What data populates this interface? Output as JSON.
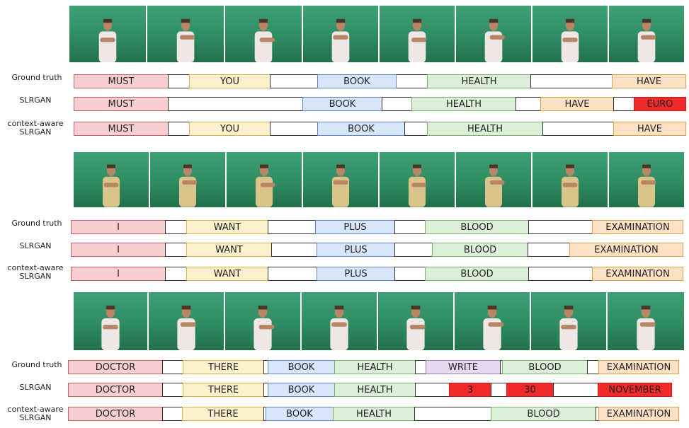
{
  "row_labels": {
    "ground_truth": "Ground truth",
    "slrgan": "SLRGAN",
    "context_aware": "context-aware\nSLRGAN"
  },
  "colors": {
    "red": "#f7cfd0",
    "yellow": "#fdf0cc",
    "blue": "#d7e6f9",
    "green": "#dcefd8",
    "orange": "#fde1c5",
    "purple": "#e7d9f1",
    "error": "#f02a2a",
    "frame_bg": "#2f8f62"
  },
  "examples": [
    {
      "frames": 8,
      "ground_truth": [
        {
          "label": "MUST",
          "color": "red"
        },
        {
          "label": "",
          "color": "blank"
        },
        {
          "label": "YOU",
          "color": "yellow"
        },
        {
          "label": "",
          "color": "blank"
        },
        {
          "label": "BOOK",
          "color": "blue"
        },
        {
          "label": "HEALTH",
          "color": "green"
        },
        {
          "label": "",
          "color": "blank"
        },
        {
          "label": "HAVE",
          "color": "orange"
        }
      ],
      "slrgan": [
        {
          "label": "MUST",
          "color": "red"
        },
        {
          "label": "",
          "color": "blank"
        },
        {
          "label": "BOOK",
          "color": "blue"
        },
        {
          "label": "",
          "color": "blank"
        },
        {
          "label": "HEALTH",
          "color": "green"
        },
        {
          "label": "",
          "color": "blank"
        },
        {
          "label": "HAVE",
          "color": "orange"
        },
        {
          "label": "",
          "color": "blank"
        },
        {
          "label": "EURO",
          "color": "error"
        }
      ],
      "context_aware": [
        {
          "label": "MUST",
          "color": "red"
        },
        {
          "label": "",
          "color": "blank"
        },
        {
          "label": "YOU",
          "color": "yellow"
        },
        {
          "label": "",
          "color": "blank"
        },
        {
          "label": "BOOK",
          "color": "blue"
        },
        {
          "label": "",
          "color": "blank"
        },
        {
          "label": "HEALTH",
          "color": "green"
        },
        {
          "label": "",
          "color": "blank"
        },
        {
          "label": "HAVE",
          "color": "orange"
        }
      ]
    },
    {
      "frames": 8,
      "ground_truth": [
        {
          "label": "I",
          "color": "red"
        },
        {
          "label": "",
          "color": "blank"
        },
        {
          "label": "WANT",
          "color": "yellow"
        },
        {
          "label": "",
          "color": "blank"
        },
        {
          "label": "PLUS",
          "color": "blue"
        },
        {
          "label": "",
          "color": "blank"
        },
        {
          "label": "BLOOD",
          "color": "green"
        },
        {
          "label": "",
          "color": "blank"
        },
        {
          "label": "EXAMINATION",
          "color": "orange"
        }
      ],
      "slrgan": [
        {
          "label": "I",
          "color": "red"
        },
        {
          "label": "",
          "color": "blank"
        },
        {
          "label": "WANT",
          "color": "yellow"
        },
        {
          "label": "",
          "color": "blank"
        },
        {
          "label": "PLUS",
          "color": "blue"
        },
        {
          "label": "",
          "color": "blank"
        },
        {
          "label": "BLOOD",
          "color": "green"
        },
        {
          "label": "",
          "color": "blank"
        },
        {
          "label": "EXAMINATION",
          "color": "orange"
        }
      ],
      "context_aware": [
        {
          "label": "I",
          "color": "red"
        },
        {
          "label": "",
          "color": "blank"
        },
        {
          "label": "WANT",
          "color": "yellow"
        },
        {
          "label": "",
          "color": "blank"
        },
        {
          "label": "PLUS",
          "color": "blue"
        },
        {
          "label": "",
          "color": "blank"
        },
        {
          "label": "BLOOD",
          "color": "green"
        },
        {
          "label": "",
          "color": "blank"
        },
        {
          "label": "EXAMINATION",
          "color": "orange"
        }
      ]
    },
    {
      "frames": 8,
      "ground_truth": [
        {
          "label": "DOCTOR",
          "color": "red"
        },
        {
          "label": "",
          "color": "blank"
        },
        {
          "label": "THERE",
          "color": "yellow"
        },
        {
          "label": "",
          "color": "blank"
        },
        {
          "label": "BOOK",
          "color": "blue"
        },
        {
          "label": "HEALTH",
          "color": "green"
        },
        {
          "label": "",
          "color": "blank"
        },
        {
          "label": "WRITE",
          "color": "purple"
        },
        {
          "label": "",
          "color": "blank"
        },
        {
          "label": "BLOOD",
          "color": "green"
        },
        {
          "label": "",
          "color": "blank"
        },
        {
          "label": "EXAMINATION",
          "color": "orange"
        }
      ],
      "slrgan": [
        {
          "label": "DOCTOR",
          "color": "red"
        },
        {
          "label": "",
          "color": "blank"
        },
        {
          "label": "THERE",
          "color": "yellow"
        },
        {
          "label": "",
          "color": "blank"
        },
        {
          "label": "BOOK",
          "color": "blue"
        },
        {
          "label": "HEALTH",
          "color": "green"
        },
        {
          "label": "",
          "color": "blank"
        },
        {
          "label": "3",
          "color": "error"
        },
        {
          "label": "",
          "color": "blank"
        },
        {
          "label": "30",
          "color": "error"
        },
        {
          "label": "",
          "color": "blank"
        },
        {
          "label": "NOVEMBER",
          "color": "error"
        }
      ],
      "context_aware": [
        {
          "label": "DOCTOR",
          "color": "red"
        },
        {
          "label": "",
          "color": "blank"
        },
        {
          "label": "THERE",
          "color": "yellow"
        },
        {
          "label": "",
          "color": "blank"
        },
        {
          "label": "BOOK",
          "color": "blue"
        },
        {
          "label": "HEALTH",
          "color": "green"
        },
        {
          "label": "",
          "color": "blank"
        },
        {
          "label": "BLOOD",
          "color": "green"
        },
        {
          "label": "",
          "color": "blank"
        },
        {
          "label": "EXAMINATION",
          "color": "orange"
        }
      ]
    }
  ]
}
